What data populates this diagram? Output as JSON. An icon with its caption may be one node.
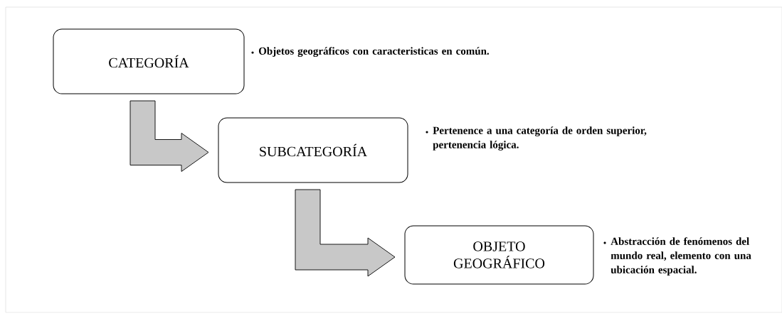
{
  "diagram": {
    "nodes": [
      {
        "text": [
          "CATEGORÍA"
        ],
        "beside": [
          "Objetos geográficos con caracteristicas en común."
        ]
      },
      {
        "text": [
          "SUBCATEGORÍA"
        ],
        "beside": [
          "Pertenence a una categoría de orden superior, pertenencia lógica."
        ]
      },
      {
        "text": [
          "OBJETO GEOGRÁFICO"
        ],
        "beside": [
          "Abstracción de fenómenos del mundo real, elemento con una ubicación espacial."
        ]
      }
    ],
    "edges": [
      {
        "from": 0,
        "to": 1,
        "arrow": "to"
      },
      {
        "from": 1,
        "to": 2,
        "arrow": "to"
      }
    ]
  }
}
